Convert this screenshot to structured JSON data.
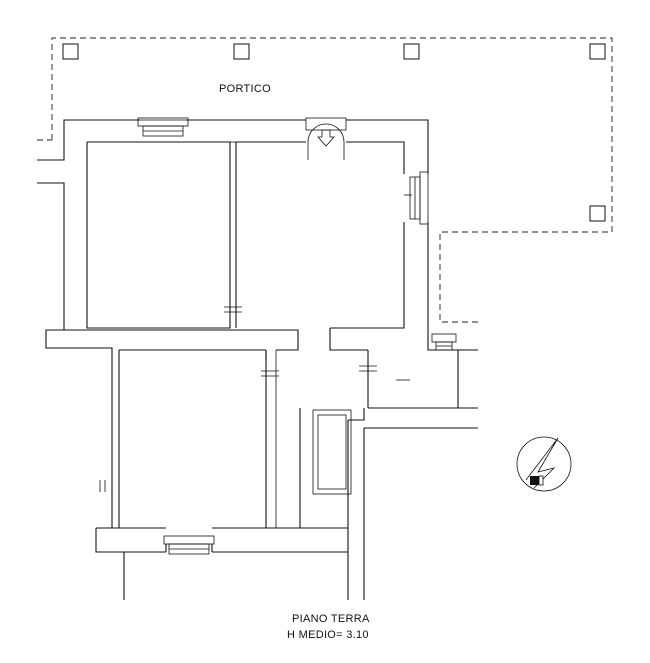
{
  "labels": {
    "portico": "PORTICO",
    "floor_name": "PIANO TERRA",
    "avg_height": "H MEDIO= 3.10"
  },
  "icons": {
    "north_arrow": "north-arrow-icon",
    "entrance": "entrance-arrow-icon"
  },
  "colors": {
    "line": "#111111",
    "background": "#ffffff"
  }
}
